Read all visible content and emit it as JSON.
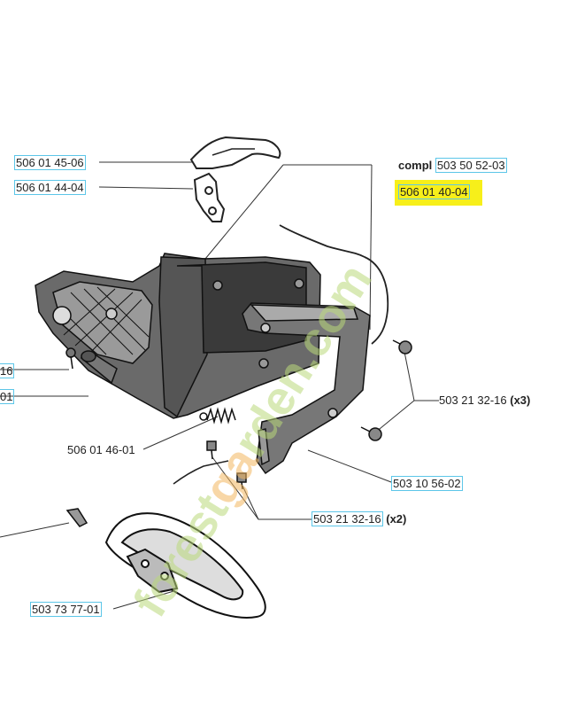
{
  "labels": {
    "lever_top": "506 01 45-06",
    "lever_second": "506 01 44-04",
    "compl_word": "compl",
    "compl_number": "503 50 52-03",
    "highlighted": "506 01 40-04",
    "left_cut_1": "16",
    "left_cut_2": "01",
    "screws_x3_number": "503 21 32-16",
    "screws_x3_qty": "(x3)",
    "spring": "506 01 46-01",
    "bracket": "503 10 56-02",
    "screws_x2_number": "503 21 32-16",
    "screws_x2_qty": "(x2)",
    "bottom_part": "503 73 77-01"
  },
  "watermark": {
    "text": "forestgarden.com"
  },
  "colors": {
    "box_border": "#5cc6e8",
    "highlight": "#f7ef1a",
    "watermark_green": "#b9d97a",
    "watermark_orange": "#f2b65e"
  }
}
